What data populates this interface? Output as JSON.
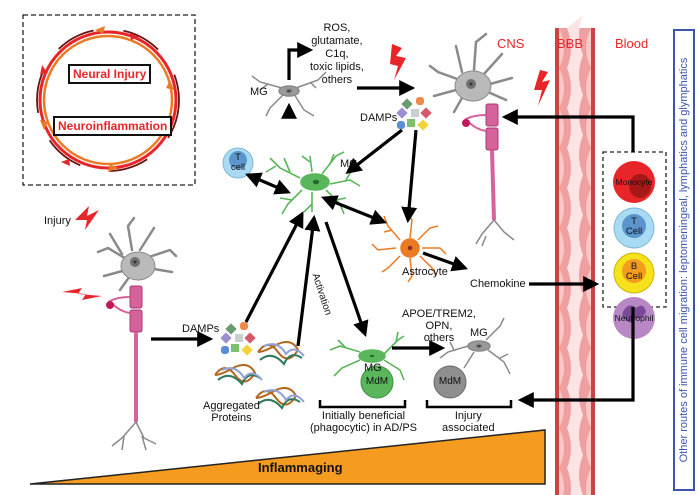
{
  "cycle": {
    "labels": [
      "Neural Injury",
      "Neuroinflammation"
    ]
  },
  "regions": {
    "cns": "CNS",
    "bbb": "BBB",
    "blood": "Blood"
  },
  "side_note": "Other routes of immune cell migration: leptomeningeal, lymphatics and glymphatics",
  "labels": {
    "injury": "Injury",
    "damps_left": "DAMPs",
    "damps_top": "DAMPs",
    "aggregated_proteins": [
      "Aggregated",
      "Proteins"
    ],
    "mg_top": "MG",
    "mg_center": "MG",
    "mg_activated": "MG",
    "mg_injury": "MG",
    "toxic_factors": [
      "ROS,",
      "glutamate,",
      "C1q,",
      "toxic lipids,",
      "others"
    ],
    "t_cell": [
      "T",
      "cell"
    ],
    "astrocyte": "Astrocyte",
    "chemokine": "Chemokine",
    "activation": "Activation",
    "apoe": [
      "APOE/TREM2,",
      "OPN,",
      "others"
    ],
    "mdm_beneficial": "MdM",
    "mdm_injury": "MdM",
    "beneficial_note": [
      "Initially beneficial",
      "(phagocytic) in AD/PS"
    ],
    "injury_note": [
      "Injury",
      "associated"
    ],
    "inflammaging": "Inflammaging"
  },
  "blood_cells": [
    {
      "name": "Monocyte",
      "lines": [
        "Monocyte"
      ],
      "color": "#e8262a"
    },
    {
      "name": "T Cell",
      "lines": [
        "T",
        "Cell"
      ],
      "color": "#8fd0ef"
    },
    {
      "name": "B Cell",
      "lines": [
        "B",
        "Cell"
      ],
      "color": "#f6e21a"
    },
    {
      "name": "Neutrophil",
      "lines": [
        "Neutrophil"
      ],
      "color": "#b888c4"
    }
  ],
  "colors": {
    "accent_red": "#e8262a",
    "inflammaging_orange": "#f59b1f",
    "microglia_green": "#59b65a",
    "astrocyte_orange": "#ec7a22",
    "vessel_pink": "#f2b3b3",
    "note_blue": "#3b55b0"
  }
}
